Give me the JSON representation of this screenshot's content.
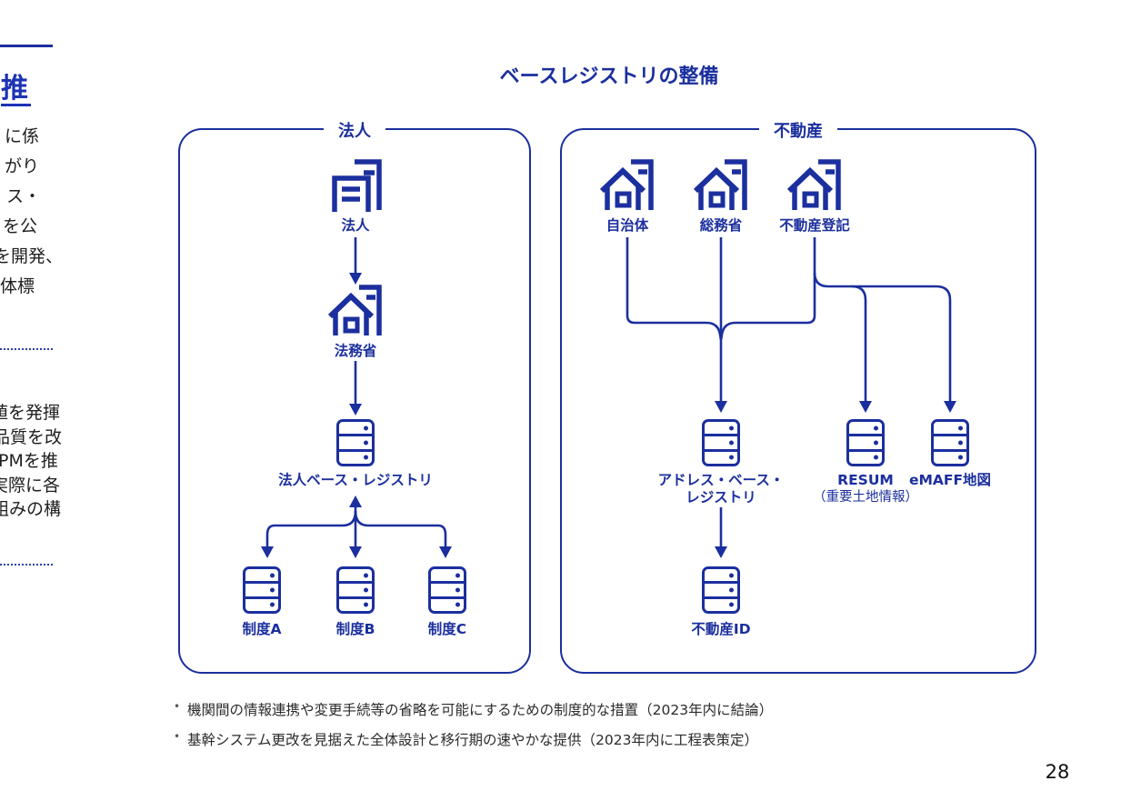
{
  "colors": {
    "accent_navy": "#1b2f9e",
    "heading_blue": "#1c33b5",
    "body_text": "#1f1f1f"
  },
  "title": "ベースレジストリの整備",
  "sidebar": {
    "heading_fragment": "推",
    "para1": [
      "に係",
      "がり",
      "ス・",
      "を公",
      "を開発、",
      "体標"
    ],
    "para2": [
      "値を発揮",
      "品質を改",
      "PMを推",
      "実際に各",
      "組みの構"
    ]
  },
  "left_group": {
    "label": "法人",
    "source": "法人",
    "ministry": "法務省",
    "registry": "法人ベース・レジストリ",
    "systems": [
      "制度A",
      "制度B",
      "制度C"
    ]
  },
  "right_group": {
    "label": "不動産",
    "sources": [
      "自治体",
      "総務省",
      "不動産登記"
    ],
    "registry": "アドレス・ベース・\nレジストリ",
    "resum": "RESUM",
    "resum_sub": "（重要土地情報）",
    "emaff": "eMAFF地図",
    "estate_id": "不動産ID"
  },
  "notes": {
    "bullets": [
      "機関間の情報連携や変更手続等の省略を可能にするための制度的な措置（2023年内に結論）",
      "基幹システム更改を見据えた全体設計と移行期の速やかな提供（2023年内に工程表策定）"
    ]
  },
  "footer": {
    "page_number": "28"
  }
}
